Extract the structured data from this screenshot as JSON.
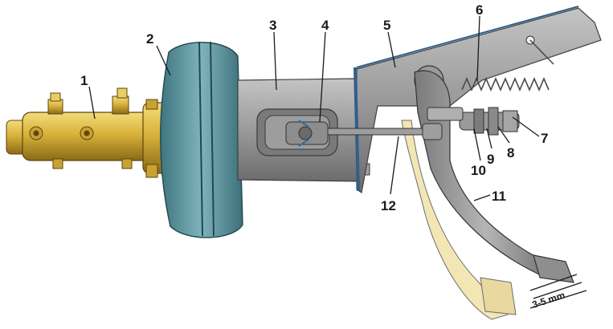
{
  "colors": {
    "body_gray": "#8c8c8c",
    "brass": "#d9b23c",
    "booster_teal": "#5f97a1",
    "bracket_blue": "#2f5f8a",
    "pedal_ghost": "#f3e6b5"
  },
  "callouts": [
    {
      "id": "1",
      "label": "1"
    },
    {
      "id": "2",
      "label": "2"
    },
    {
      "id": "3",
      "label": "3"
    },
    {
      "id": "4",
      "label": "4"
    },
    {
      "id": "5",
      "label": "5"
    },
    {
      "id": "6",
      "label": "6"
    },
    {
      "id": "7",
      "label": "7"
    },
    {
      "id": "8",
      "label": "8"
    },
    {
      "id": "9",
      "label": "9"
    },
    {
      "id": "10",
      "label": "10"
    },
    {
      "id": "11",
      "label": "11"
    },
    {
      "id": "12",
      "label": "12"
    }
  ],
  "dimension": {
    "label": "3-5 mm"
  }
}
